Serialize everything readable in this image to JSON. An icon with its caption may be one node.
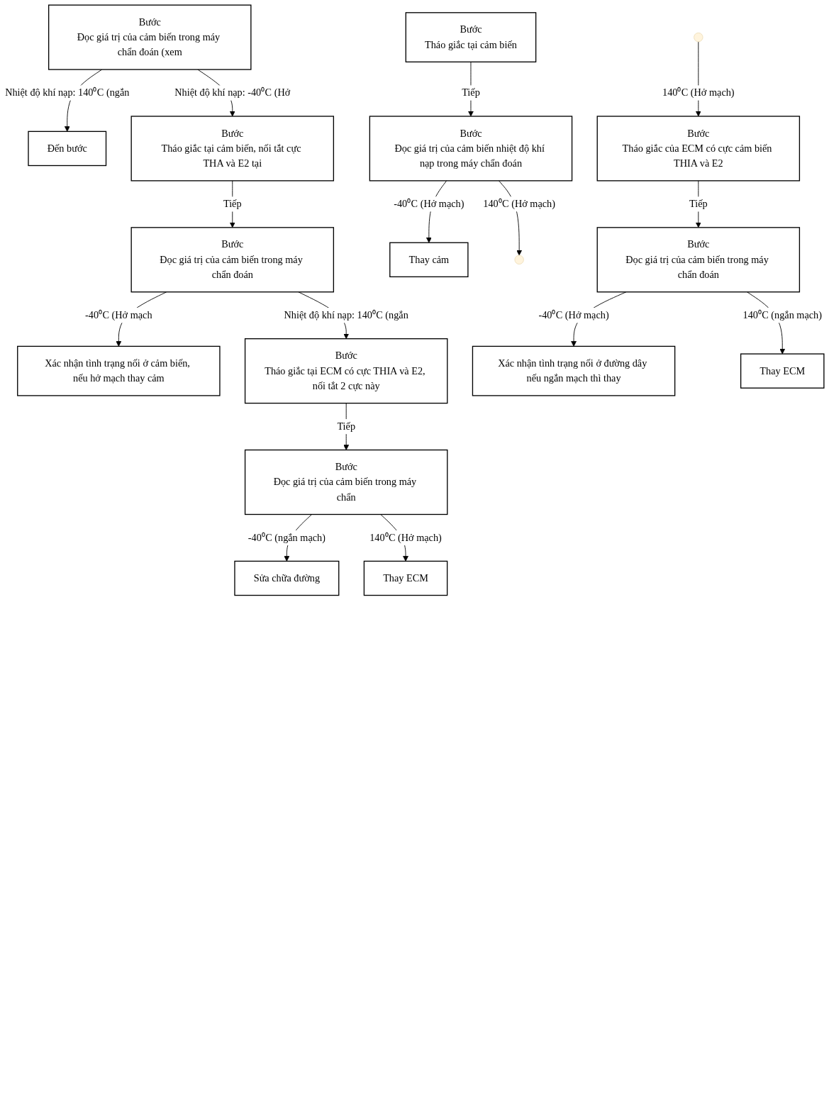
{
  "diagram": {
    "nodes": [
      {
        "text": [
          "Bước",
          "Đọc giá trị của cảm biến trong máy chẩn đoán (xem"
        ]
      },
      {
        "text": [
          "Đến bước"
        ]
      },
      {
        "text": [
          "Bước",
          "Tháo giắc tại cảm biến, nối tắt cực THA và E2 tại"
        ]
      },
      {
        "text": [
          "Bước",
          "Đọc giá trị của cảm biến trong máy chẩn đoán"
        ]
      },
      {
        "text": [
          "Xác nhận tình trạng nối ở cảm biến, nếu hở mạch thay cảm"
        ]
      },
      {
        "text": [
          "Bước",
          "Tháo giắc tại ECM có cực THIA và E2, nối tắt 2 cực này"
        ]
      },
      {
        "text": [
          "Bước",
          "Đọc giá trị của cảm biến trong máy chẩn"
        ]
      },
      {
        "text": [
          "Sửa chữa đường"
        ]
      },
      {
        "text": [
          "Thay ECM"
        ]
      },
      {
        "text": [
          "Bước",
          "Tháo giắc tại cảm biến"
        ]
      },
      {
        "text": [
          "Bước",
          "Đọc giá trị của cảm biến nhiệt độ khí nạp trong máy chẩn đoán"
        ]
      },
      {
        "text": [
          "Thay cảm"
        ]
      },
      {
        "text": [
          "Bước",
          "Tháo giắc của ECM có cực cảm biến THIA và E2"
        ]
      },
      {
        "text": [
          "Bước",
          "Đọc giá trị của cảm biến trong máy chẩn đoán"
        ]
      },
      {
        "text": [
          "Xác nhận tình trạng nối ở đường dây nếu ngắn mạch thì thay"
        ]
      },
      {
        "text": [
          "Thay ECM"
        ]
      }
    ],
    "edges": [
      {
        "from": 0,
        "to": 1,
        "arrow": "to",
        "label": "Nhiệt độ khí nạp: 140⁰C (ngắn"
      },
      {
        "from": 0,
        "to": 2,
        "arrow": "to",
        "label": "Nhiệt độ khí nạp: -40⁰C (Hở"
      },
      {
        "from": 2,
        "to": 3,
        "arrow": "to",
        "label": "Tiếp"
      },
      {
        "from": 3,
        "to": 4,
        "arrow": "to",
        "label": "-40⁰C (Hở mạch"
      },
      {
        "from": 3,
        "to": 5,
        "arrow": "to",
        "label": "Nhiệt độ khí nạp: 140⁰C (ngắn"
      },
      {
        "from": 5,
        "to": 6,
        "arrow": "to",
        "label": "Tiếp"
      },
      {
        "from": 6,
        "to": 7,
        "arrow": "to",
        "label": "-40⁰C (ngắn mạch)"
      },
      {
        "from": 6,
        "to": 8,
        "arrow": "to",
        "label": "140⁰C (Hở mạch)"
      },
      {
        "from": 9,
        "to": 10,
        "arrow": "to",
        "label": "Tiếp"
      },
      {
        "from": 10,
        "to": 11,
        "arrow": "to",
        "label": "-40⁰C (Hở mạch)"
      },
      {
        "from": 10,
        "to": null,
        "arrow": "to",
        "label": "140⁰C (Hở mạch)"
      },
      {
        "from": null,
        "to": 12,
        "arrow": "to",
        "label": "140⁰C (Hở mạch)"
      },
      {
        "from": 12,
        "to": 13,
        "arrow": "to",
        "label": "Tiếp"
      },
      {
        "from": 13,
        "to": 14,
        "arrow": "to",
        "label": "-40⁰C (Hở mạch)"
      },
      {
        "from": 13,
        "to": 15,
        "arrow": "to",
        "label": "140⁰C (ngắn mạch)"
      }
    ]
  }
}
